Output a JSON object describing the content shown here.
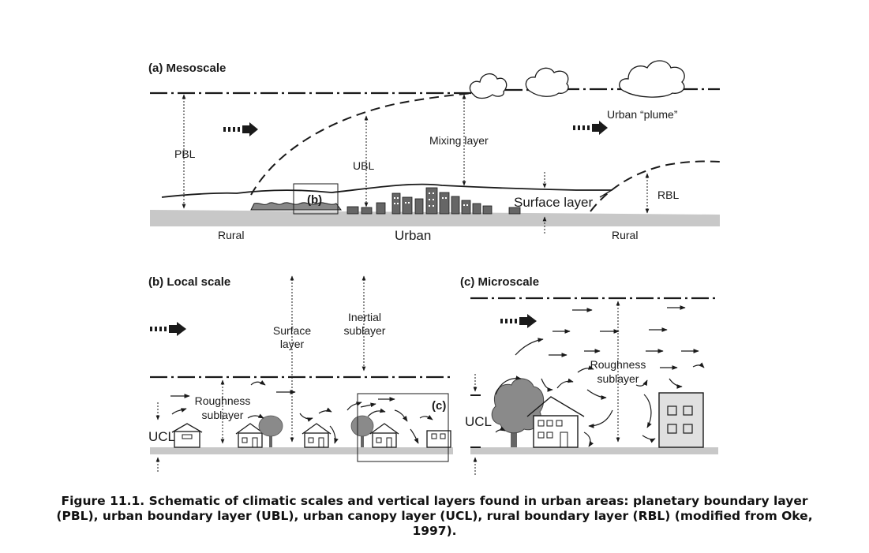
{
  "panels": {
    "a": {
      "title": "(a) Mesoscale",
      "box_label": "(b)"
    },
    "b": {
      "title": "(b) Local scale",
      "box_label": "(c)"
    },
    "c": {
      "title": "(c) Microscale"
    }
  },
  "labels": {
    "pbl": "PBL",
    "ubl": "UBL",
    "mixing_layer": "Mixing layer",
    "urban_plume": "Urban “plume”",
    "surface_layer_a": "Surface layer",
    "rbl": "RBL",
    "rural_left": "Rural",
    "urban": "Urban",
    "rural_right": "Rural",
    "surface_layer_b": [
      "Surface",
      "layer"
    ],
    "inertial_sublayer": [
      "Inertial",
      "sublayer"
    ],
    "roughness_sublayer_b": [
      "Roughness",
      "sublayer"
    ],
    "ucl_b": "UCL",
    "roughness_sublayer_c": [
      "Roughness",
      "sublayer"
    ],
    "ucl_c": "UCL"
  },
  "caption": "Figure 11.1. Schematic of climatic scales and vertical layers found in urban areas: planetary boundary layer (PBL), urban boundary layer (UBL), urban canopy layer (UCL), rural boundary layer (RBL) (modified from Oke, 1997).",
  "colors": {
    "ground": "#c8c8c8",
    "building": "#666666",
    "ink": "#1a1a1a",
    "tree": "#8a8a8a"
  }
}
